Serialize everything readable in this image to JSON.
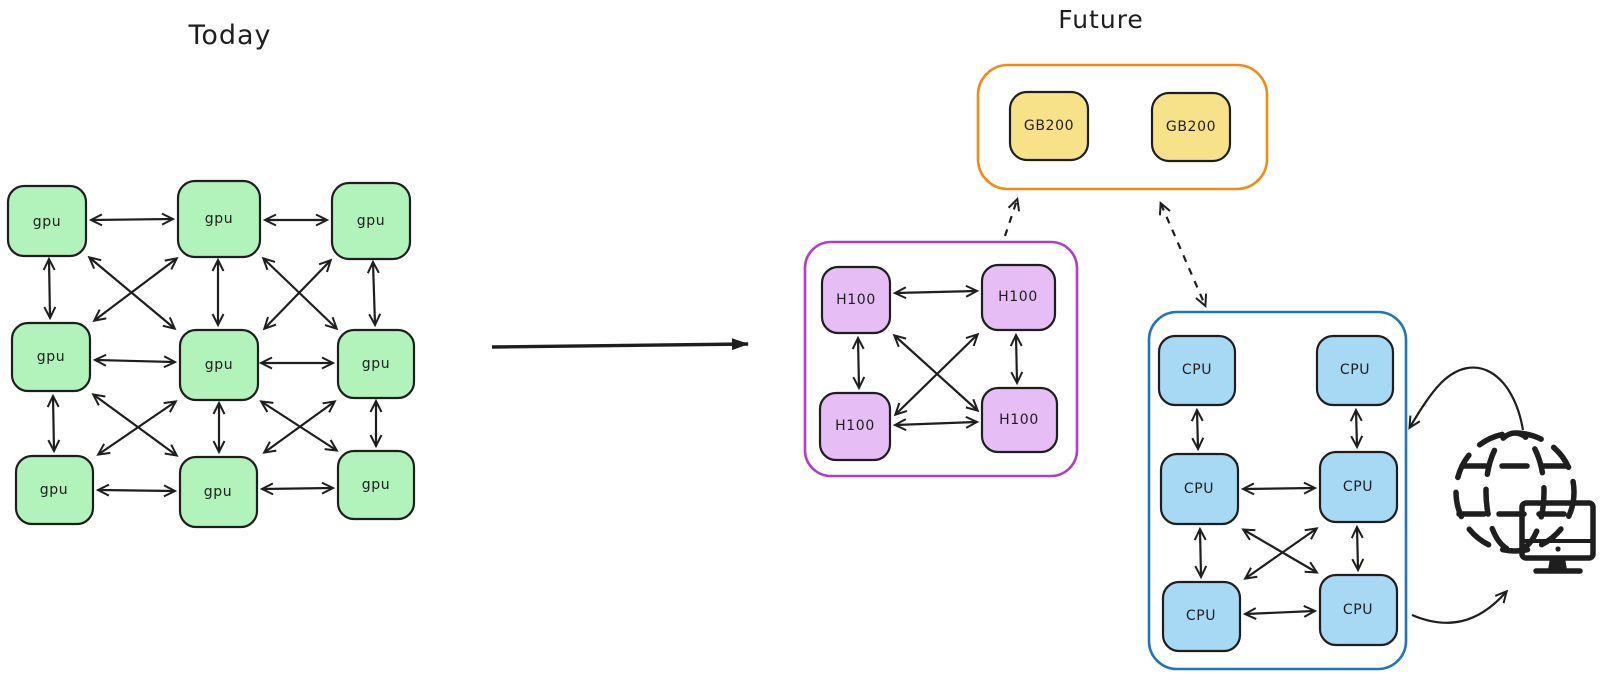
{
  "diagram": {
    "today": {
      "title": "Today",
      "gpu_nodes": [
        "gpu",
        "gpu",
        "gpu",
        "gpu",
        "gpu",
        "gpu",
        "gpu",
        "gpu",
        "gpu"
      ],
      "connections": "neighboring gpu pairs (horizontal, vertical, diagonal) joined by double-headed arrows"
    },
    "transition": {
      "type": "arrow",
      "from": "Today",
      "to": "Future"
    },
    "future": {
      "title": "Future",
      "gb200_cluster": {
        "nodes": [
          "GB200",
          "GB200"
        ]
      },
      "h100_cluster": {
        "nodes": [
          "H100",
          "H100",
          "H100",
          "H100"
        ],
        "connections": "full mesh of double-headed arrows"
      },
      "cpu_cluster": {
        "nodes": [
          "CPU",
          "CPU",
          "CPU",
          "CPU",
          "CPU",
          "CPU"
        ],
        "connections": "vertical, lower horizontal and diagonal double-headed arrows"
      },
      "links": {
        "h100_to_gb200": "dashed arrow",
        "gb200_to_cpu": "dashed double-headed arrow",
        "cpu_to_internet": "curved arrows between cpu cluster and globe/monitor"
      }
    }
  },
  "icons": {
    "globe": "globe-icon",
    "monitor": "monitor-icon"
  },
  "colors": {
    "ink": "#1e1e1e",
    "background": "#ffffff",
    "gpu_fill": "#b2f2bb",
    "gb200_fill": "#f7e289",
    "h100_fill": "#e7bdf5",
    "cpu_fill": "#a7d8f4",
    "gb200_cluster_stroke": "#ee8d10",
    "h100_cluster_stroke": "#ae3ec9",
    "cpu_cluster_stroke": "#1f74c0"
  }
}
